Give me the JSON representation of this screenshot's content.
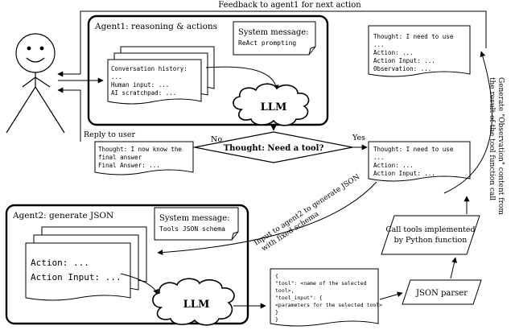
{
  "labels": {
    "feedback": "Feedback to agent1 for next action",
    "reply_to_user": "Reply to user",
    "agent1_title": "Agent1: reasoning & actions",
    "agent2_title": "Agent2: generate JSON",
    "system_message_1_title": "System message:",
    "system_message_1_body": "ReAct prompting",
    "system_message_2_title": "System message:",
    "system_message_2_body": "Tools JSON schema",
    "llm_1": "LLM",
    "llm_2": "LLM",
    "decision": "Thought: Need a tool?",
    "no": "No",
    "yes": "Yes",
    "input_agent2_1": "Input to agent2 to generate JSON",
    "input_agent2_2": "with fixed schema",
    "call_tools_1": "Call tools implemented",
    "call_tools_2": "by Python function",
    "json_parser": "JSON parser",
    "observation_1": "Generate \"Observation\" content from",
    "observation_2": "the result of the tool function call"
  },
  "conversation": [
    "Conversation history:",
    "...",
    "Human input:  ...",
    "AI scratchpad:  ..."
  ],
  "final_answer": [
    "Thought:  I now know the",
    "final answer",
    "Final Answer:  ..."
  ],
  "tool_thought": [
    "Thought:  I need to use",
    "...",
    "Action:  ...",
    "Action Input:  ..."
  ],
  "observation_doc": [
    "Thought:  I need to use",
    "...",
    "Action:  ...",
    "Action Input:  ...",
    "Observation:  ..."
  ],
  "action_doc": [
    "Action:  ...",
    "Action Input:  ..."
  ],
  "json_doc": [
    "{",
    "\"tool\":  <name of the selected",
    "tool>,",
    "\"tool_input\": {",
    "<parameters for the selected tool>",
    "}",
    "}"
  ]
}
